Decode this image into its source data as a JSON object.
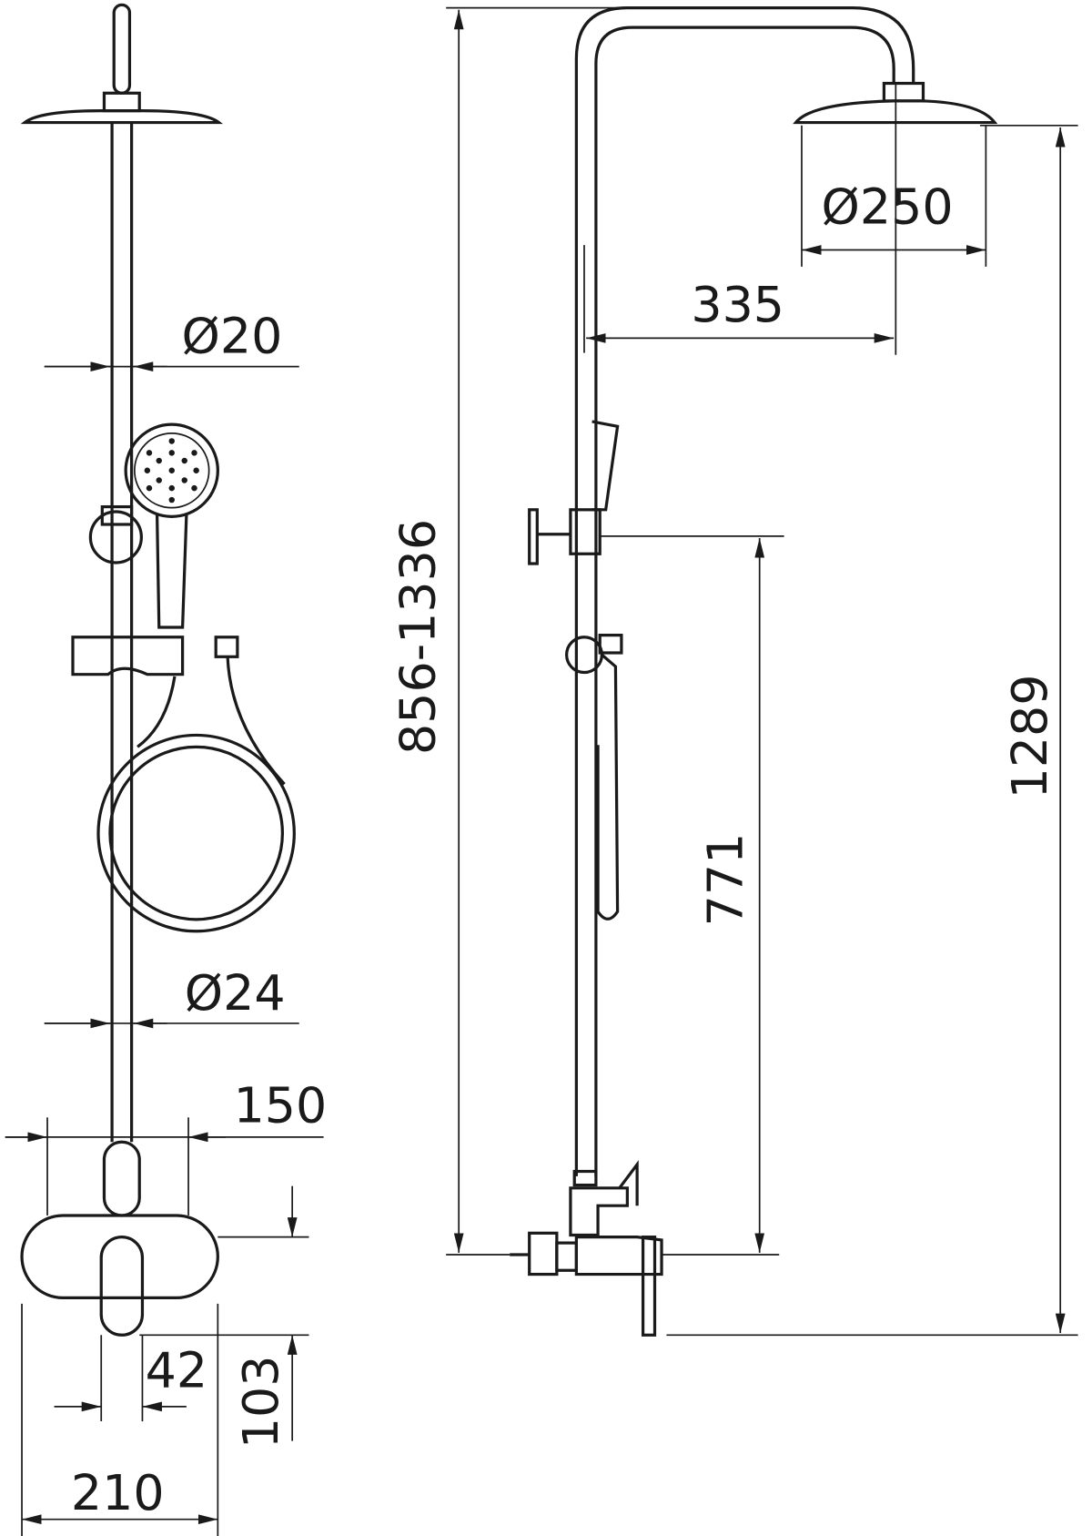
{
  "drawing": {
    "colors": {
      "line": "#1a1a1a",
      "background": "#ffffff"
    },
    "front_view": {
      "dimensions": {
        "rod_upper_diameter": "Ø20",
        "rod_lower_diameter": "Ø24",
        "mixer_width": "150",
        "handle_width": "42",
        "mixer_height": "103",
        "overall_width": "210"
      }
    },
    "side_view": {
      "dimensions": {
        "adjustable_height": "856-1336",
        "head_diameter": "Ø250",
        "arm_reach": "335",
        "holder_height": "771",
        "head_height": "1289"
      }
    }
  }
}
